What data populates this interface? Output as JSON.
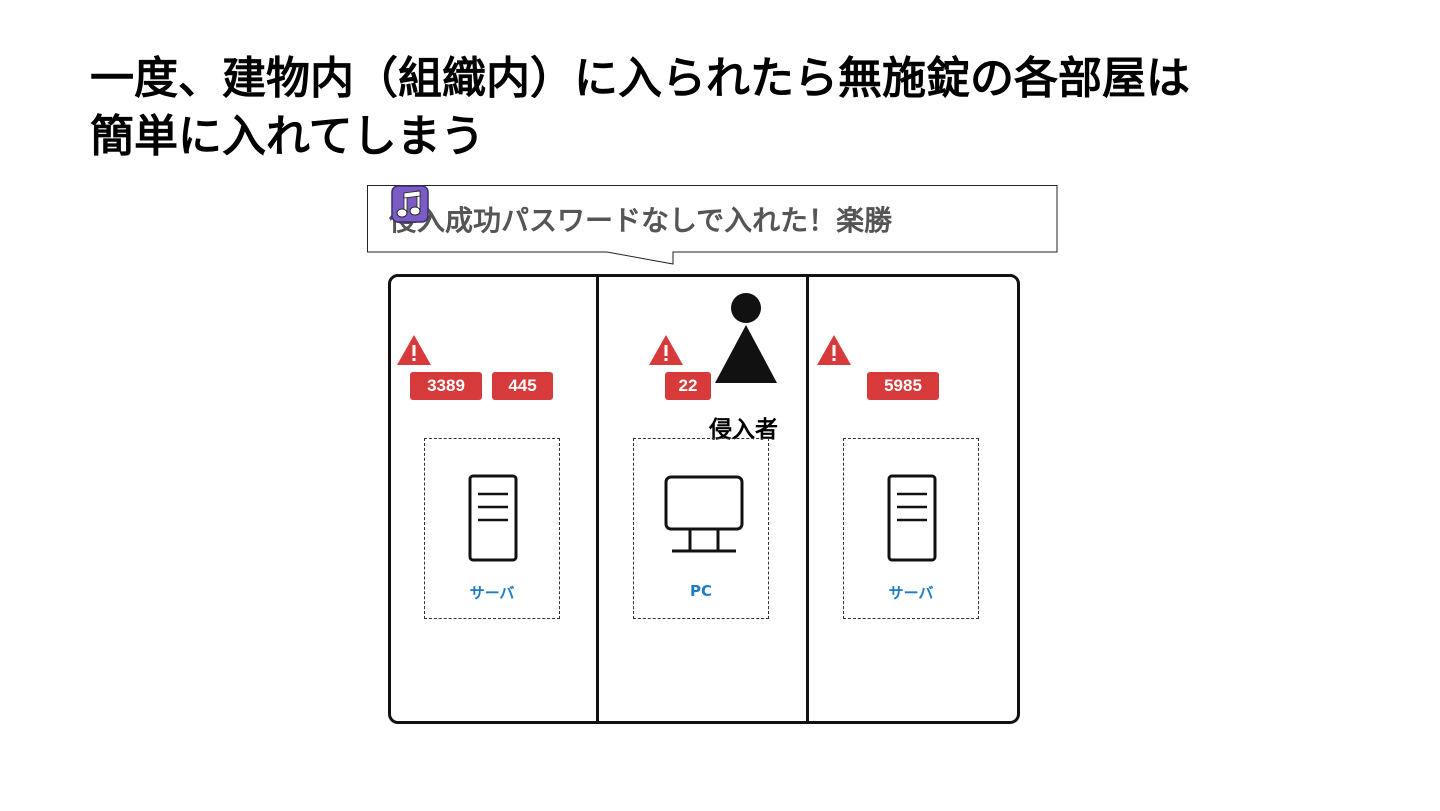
{
  "title": {
    "line1": "一度、建物内（組織内）に入られたら無施錠の各部屋は",
    "line2": "簡単に入れてしまう"
  },
  "speech": {
    "text_before": "侵入成功",
    "icon": "music-note-icon",
    "text_after": "パスワードなしで入れた！楽勝"
  },
  "rooms": [
    {
      "ports": [
        "3389",
        "445"
      ],
      "device": {
        "type": "server",
        "label": "サーバ"
      }
    },
    {
      "ports": [
        "22"
      ],
      "device": {
        "type": "pc",
        "label": "PC"
      }
    },
    {
      "ports": [
        "5985"
      ],
      "device": {
        "type": "server",
        "label": "サーバ"
      }
    }
  ],
  "intruder": {
    "label": "侵入者"
  },
  "colors": {
    "port_badge": "#d63a3a",
    "warning": "#d63a3a",
    "device_label": "#1f7bc4",
    "bubble_text": "#555555",
    "note_icon": "#7b5cc4"
  }
}
